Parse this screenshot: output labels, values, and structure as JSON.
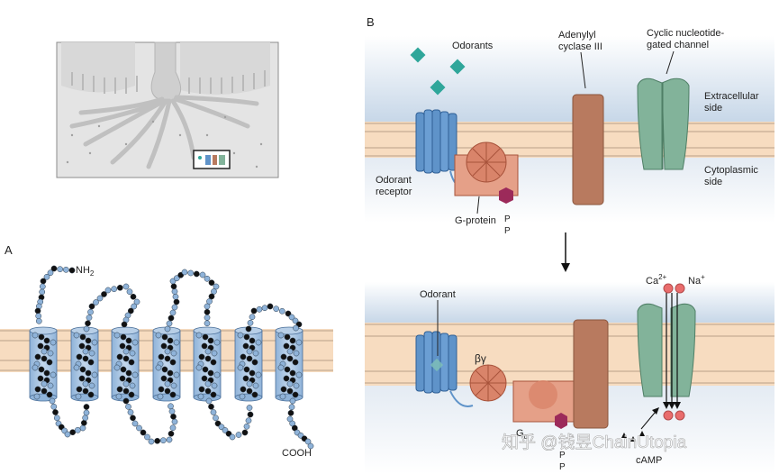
{
  "panel_a": {
    "letter": "A",
    "n_terminus": "NH",
    "n_terminus_sub": "2",
    "c_terminus": "COOH"
  },
  "panel_b": {
    "letter": "B",
    "top": {
      "odorants": "Odorants",
      "adenylyl_line1": "Adenylyl",
      "adenylyl_line2": "cyclase III",
      "channel_line1": "Cyclic nucleotide-",
      "channel_line2": "gated channel",
      "extracellular_line1": "Extracellular",
      "extracellular_line2": "side",
      "cytoplasmic_line1": "Cytoplasmic",
      "cytoplasmic_line2": "side",
      "receptor_line1": "Odorant",
      "receptor_line2": "receptor",
      "g_protein": "G-protein",
      "p1": "P",
      "p2": "P"
    },
    "bottom": {
      "odorant": "Odorant",
      "beta_gamma": "βγ",
      "g_alpha": "G",
      "g_alpha_sub": "α",
      "p1": "P",
      "p2": "P",
      "ca": "Ca",
      "ca_sup": "2+",
      "na": "Na",
      "na_sup": "+",
      "camp": "cAMP"
    }
  },
  "watermark": "知乎 @钱昱ChainUtopia",
  "colors": {
    "membrane": "#f7dcc0",
    "membrane_line": "#b8a089",
    "receptor": "#5f93c9",
    "receptor_dark": "#2f5f95",
    "g_protein": "#d9846a",
    "g_protein_dark": "#a8533b",
    "cyclase": "#b87a5f",
    "channel": "#82b39a",
    "channel_dark": "#4f7f66",
    "odorant": "#2fa69a",
    "phosphate": "#9c2a5a",
    "ion": "#e96c6c"
  }
}
